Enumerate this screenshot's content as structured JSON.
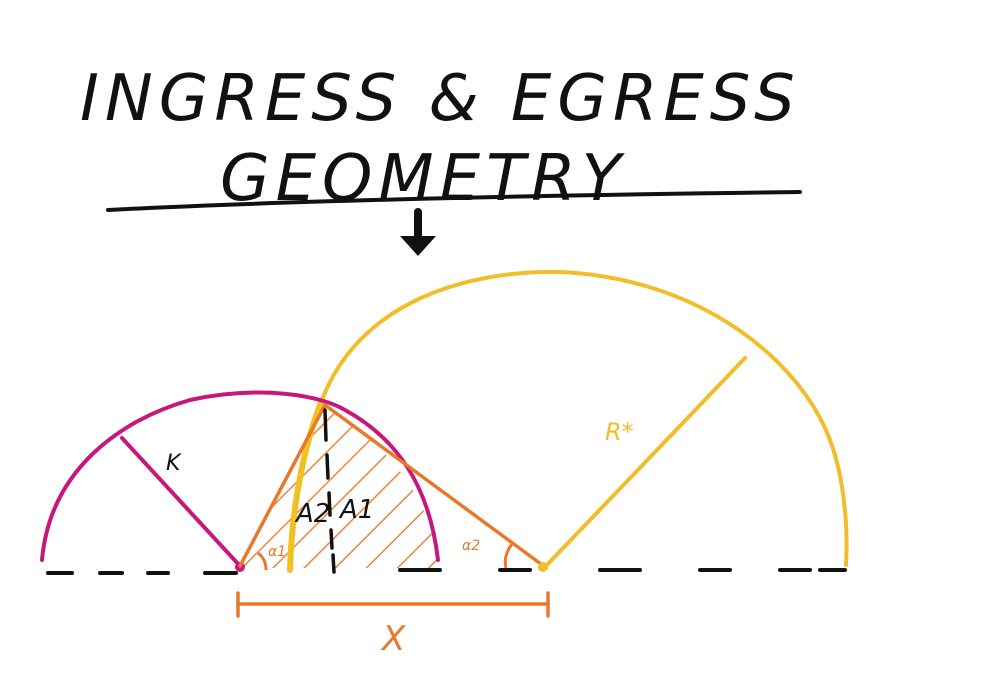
{
  "title": {
    "line1": "INGRESS & EGRESS",
    "line2": "GEOMETRY"
  },
  "labels": {
    "planet_radius": "K",
    "star_radius": "R*",
    "area_1": "A1",
    "area_2": "A2",
    "angle_1": "α1",
    "angle_2": "α2",
    "separation": "X"
  },
  "colors": {
    "ink": "#111111",
    "planet": "#c8177a",
    "star": "#f2bd2a",
    "overlap": "#e8782a",
    "star_stroke_highlight": "#f2c01f"
  },
  "icons": {
    "arrow": "down-arrow-icon"
  }
}
